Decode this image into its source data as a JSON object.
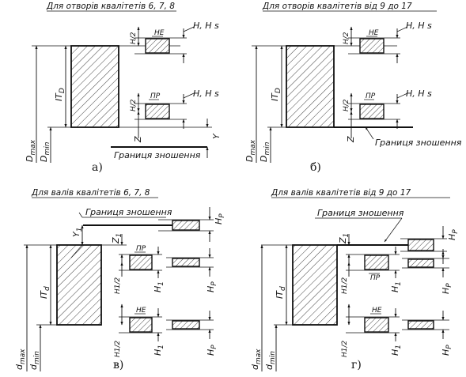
{
  "panels": {
    "a": {
      "title": "Для отворів квалітетів 6, 7, 8",
      "caption": "а)",
      "ne": "НЕ",
      "pr": "ПР",
      "h_half_top": "H/2",
      "h_half_bot": "H/2",
      "hhs_top": "H, H s",
      "hhs_bot": "H, H s",
      "it": "IT",
      "it_sub": "D",
      "dmax": "D",
      "dmax_sub": "max",
      "dmin": "D",
      "dmin_sub": "min",
      "z": "Z",
      "y": "Y",
      "wear": "Границя зношення"
    },
    "b": {
      "title": "Для отворів квалітетів від 9 до 17",
      "caption": "б)",
      "ne": "НЕ",
      "pr": "ПР",
      "h_half_top": "H/2",
      "h_half_bot": "H/2",
      "hhs_top": "H, H s",
      "hhs_bot": "H, H s",
      "it": "IT",
      "it_sub": "D",
      "dmax": "D",
      "dmax_sub": "max",
      "dmin": "D",
      "dmin_sub": "min",
      "z": "Z",
      "wear": "Границя зношення"
    },
    "c": {
      "title": "Для валів квалітетів 6, 7, 8",
      "caption": "в)",
      "wear": "Границя зношення",
      "hp_top": "H",
      "hp_top_sub": "P",
      "y1": "Y",
      "y1_sub": "1",
      "z1": "Z",
      "z1_sub": "1",
      "pr": "ПР",
      "ne": "НЕ",
      "h1_half_top": "H1/2",
      "h1_half_bot": "H1/2",
      "h1_top": "H",
      "h1_top_sub": "1",
      "h1_bot": "H",
      "h1_bot_sub": "1",
      "hp_mid": "H",
      "hp_mid_sub": "P",
      "hp_bot": "H",
      "hp_bot_sub": "P",
      "it": "IT",
      "it_sub": "d",
      "dmax": "d",
      "dmax_sub": "max",
      "dmin": "d",
      "dmin_sub": "min"
    },
    "d": {
      "title": "Для валів квалітетів від 9 до 17",
      "caption": "г)",
      "wear": "Границя зношення",
      "z1": "Z",
      "z1_sub": "1",
      "pr": "ПР",
      "ne": "НЕ",
      "h1_half_top": "H1/2",
      "h1_half_bot": "H1/2",
      "h1_top": "H",
      "h1_top_sub": "1",
      "h1_bot": "H",
      "h1_bot_sub": "1",
      "hp_top": "H",
      "hp_top_sub": "P",
      "hp_mid": "H",
      "hp_mid_sub": "P",
      "hp_bot": "H",
      "hp_bot_sub": "P",
      "it": "IT",
      "it_sub": "d",
      "dmax": "d",
      "dmax_sub": "max",
      "dmin": "d",
      "dmin_sub": "min"
    }
  }
}
